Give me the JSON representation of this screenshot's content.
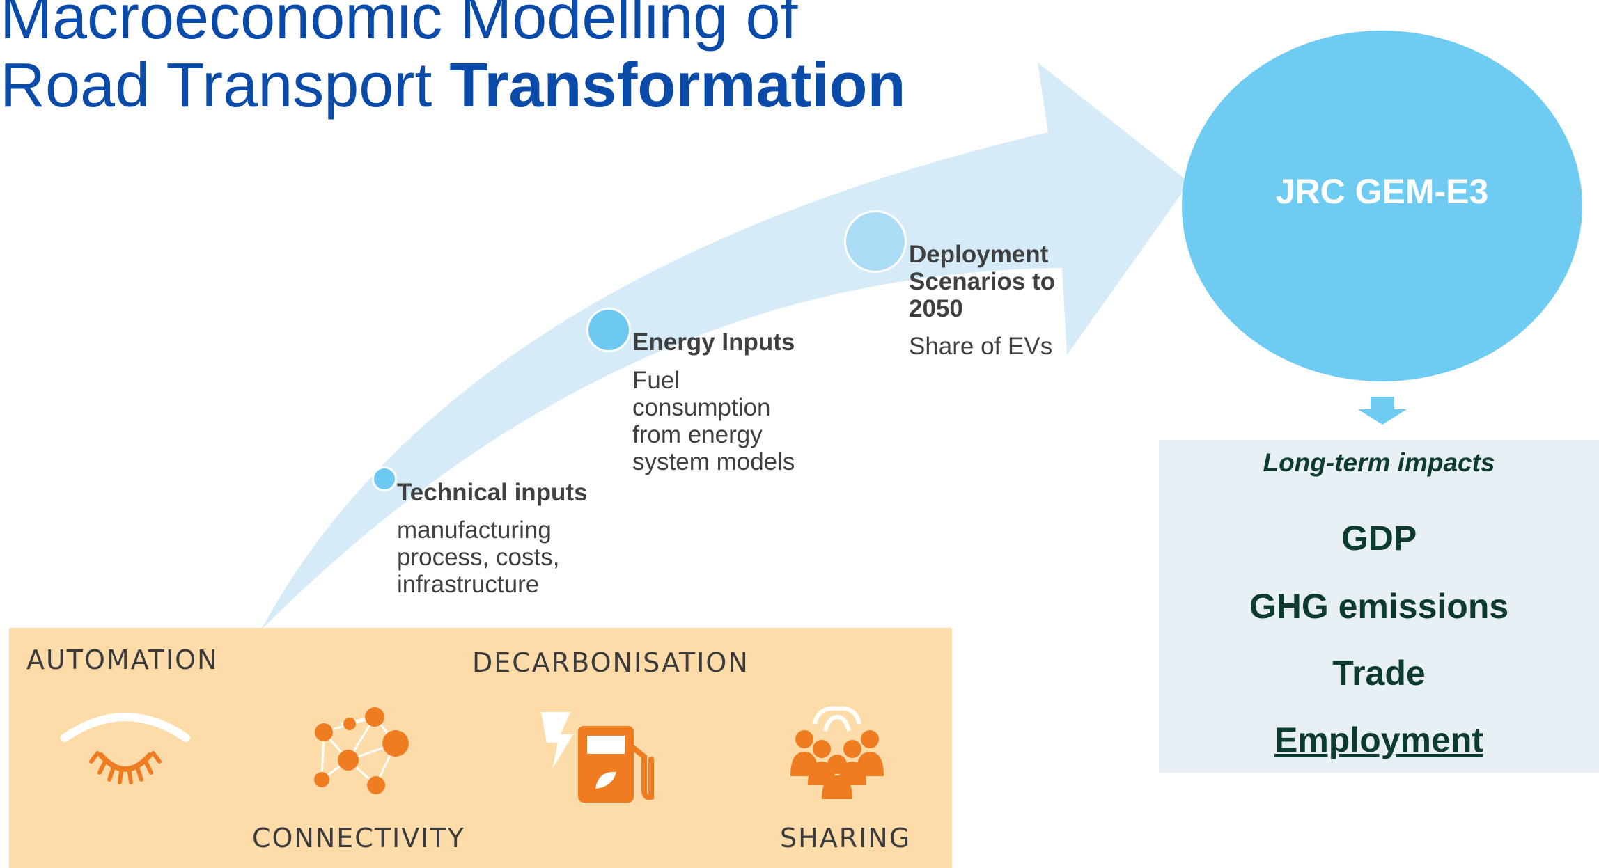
{
  "title": {
    "line1": "Macroeconomic Modelling of",
    "line2_regular": "Road Transport ",
    "line2_bold": "Transformation"
  },
  "steps": [
    {
      "title": "Technical inputs",
      "lines": [
        "manufacturing",
        "process, costs,",
        "infrastructure"
      ]
    },
    {
      "title": "Energy Inputs",
      "lines": [
        "Fuel",
        "consumption",
        "from energy",
        "system models"
      ]
    },
    {
      "title_lines": [
        "Deployment",
        "Scenarios to",
        "2050"
      ],
      "lines": [
        "Share of EVs"
      ]
    }
  ],
  "drivers": {
    "automation": "AUTOMATION",
    "decarbonisation": "DECARBONISATION",
    "connectivity": "CONNECTIVITY",
    "sharing": "SHARING"
  },
  "icons": [
    "eye-closed-icon",
    "network-icon",
    "fuel-pump-icon",
    "people-sharing-icon"
  ],
  "model": {
    "label": "JRC GEM-E3"
  },
  "impacts": {
    "heading": "Long-term impacts",
    "items": [
      "GDP",
      "GHG emissions",
      "Trade",
      "Employment"
    ]
  },
  "colors": {
    "title": "#0a4aa8",
    "arrow": "#d6ebf8",
    "circle": "#6ecbf2",
    "orange_panel": "#fddcaa",
    "icon_orange": "#f07c22",
    "impacts_panel": "#e8f0f5",
    "impacts_text": "#0d3b2e"
  }
}
